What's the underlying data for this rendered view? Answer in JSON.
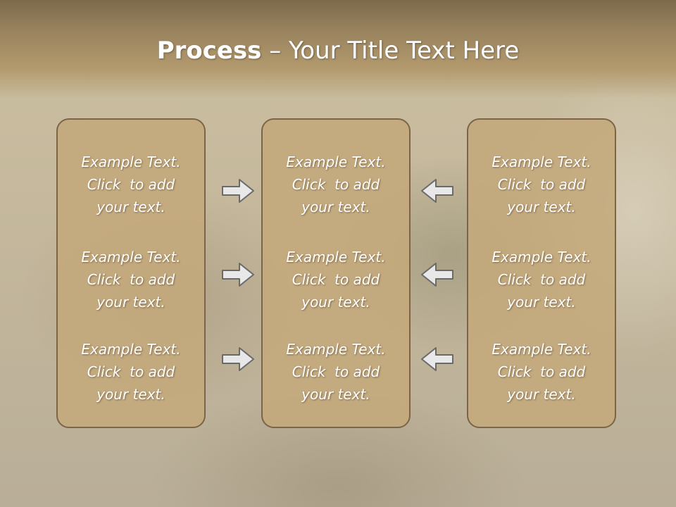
{
  "title": {
    "strong": "Process",
    "rest": " – Your Title Text Here"
  },
  "columns": [
    {
      "items": [
        {
          "lines": [
            "Example Text.",
            "Click  to add",
            "your text."
          ]
        },
        {
          "lines": [
            "Example Text.",
            "Click  to add",
            "your text."
          ]
        },
        {
          "lines": [
            "Example Text.",
            "Click  to add",
            "your text."
          ]
        }
      ]
    },
    {
      "items": [
        {
          "lines": [
            "Example Text.",
            "Click  to add",
            "your text."
          ]
        },
        {
          "lines": [
            "Example Text.",
            "Click  to add",
            "your text."
          ]
        },
        {
          "lines": [
            "Example Text.",
            "Click  to add",
            "your text."
          ]
        }
      ]
    },
    {
      "items": [
        {
          "lines": [
            "Example Text.",
            "Click  to add",
            "your text."
          ]
        },
        {
          "lines": [
            "Example Text.",
            "Click  to add",
            "your text."
          ]
        },
        {
          "lines": [
            "Example Text.",
            "Click  to add",
            "your text."
          ]
        }
      ]
    }
  ],
  "arrows": {
    "left_group": "right-arrow-icon",
    "right_group": "left-arrow-icon"
  },
  "colors": {
    "panel_fill": "#c4a97b",
    "panel_border": "#7a6548",
    "header": "#98825d",
    "text": "#ffffff",
    "arrow_fill": "#e8e8e8",
    "arrow_stroke": "#6a6a6a"
  }
}
